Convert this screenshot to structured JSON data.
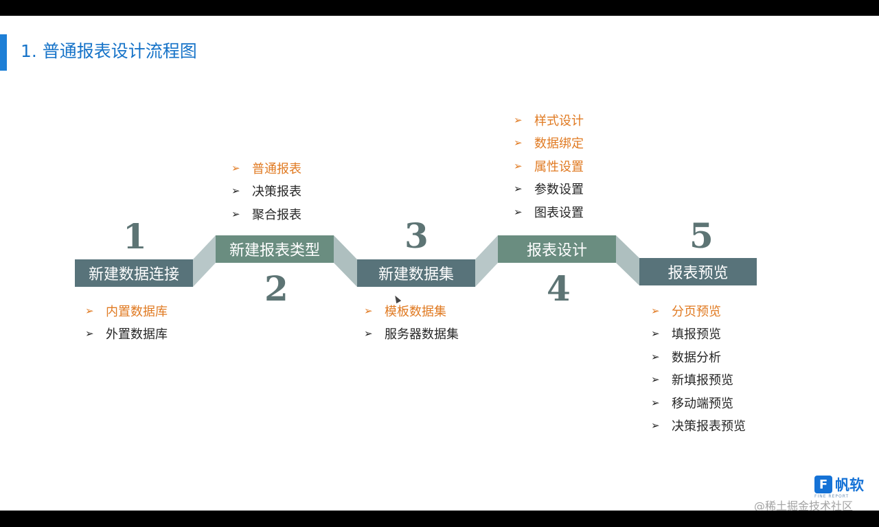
{
  "title": "1. 普通报表设计流程图",
  "colors": {
    "accent_bar": "#1e7fd6",
    "title_text": "#1673c8",
    "box_dark": "#58737a",
    "box_green": "#6a8d80",
    "number": "#5d7474",
    "highlight_text": "#e07a22",
    "normal_text": "#262626"
  },
  "steps": [
    {
      "number": "1",
      "label": "新建数据连接",
      "items": [
        {
          "text": "内置数据库",
          "highlight": true
        },
        {
          "text": "外置数据库",
          "highlight": false
        }
      ]
    },
    {
      "number": "2",
      "label": "新建报表类型",
      "items": [
        {
          "text": "普通报表",
          "highlight": true
        },
        {
          "text": "决策报表",
          "highlight": false
        },
        {
          "text": "聚合报表",
          "highlight": false
        }
      ]
    },
    {
      "number": "3",
      "label": "新建数据集",
      "items": [
        {
          "text": "模板数据集",
          "highlight": true
        },
        {
          "text": "服务器数据集",
          "highlight": false
        }
      ]
    },
    {
      "number": "4",
      "label": "报表设计",
      "items": [
        {
          "text": "样式设计",
          "highlight": true
        },
        {
          "text": "数据绑定",
          "highlight": true
        },
        {
          "text": "属性设置",
          "highlight": true
        },
        {
          "text": "参数设置",
          "highlight": false
        },
        {
          "text": "图表设置",
          "highlight": false
        }
      ]
    },
    {
      "number": "5",
      "label": "报表预览",
      "items": [
        {
          "text": "分页预览",
          "highlight": true
        },
        {
          "text": "填报预览",
          "highlight": false
        },
        {
          "text": "数据分析",
          "highlight": false
        },
        {
          "text": "新填报预览",
          "highlight": false
        },
        {
          "text": "移动端预览",
          "highlight": false
        },
        {
          "text": "决策报表预览",
          "highlight": false
        }
      ]
    }
  ],
  "logo": {
    "mark": "F",
    "text": "帆软",
    "subtext": "FINE REPORT"
  },
  "watermark": "@稀土掘金技术社区",
  "icons": {
    "bullet": "arrow-bullet-icon",
    "cursor": "mouse-cursor-icon",
    "logo": "finereport-logo-icon"
  }
}
